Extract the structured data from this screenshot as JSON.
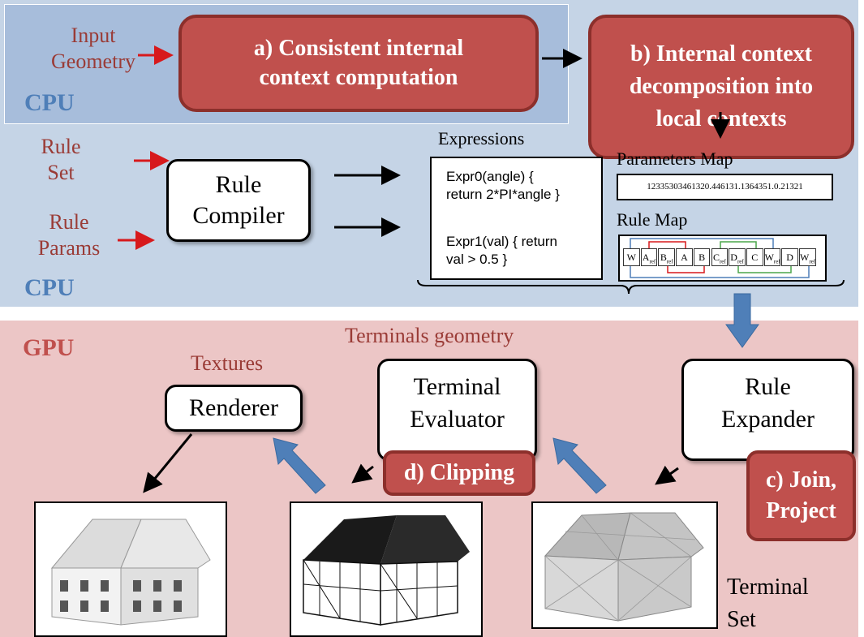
{
  "cpu_section": {
    "cpu_label_top": "CPU",
    "cpu_label_bottom": "CPU",
    "input_geometry": "Input\nGeometry",
    "rule_set": "Rule\nSet",
    "rule_params": "Rule\nParams",
    "step_a": "a) Consistent internal\ncontext computation",
    "step_b": "b) Internal context\ndecomposition into\nlocal contexts",
    "rule_compiler": "Rule\nCompiler",
    "expressions_title": "Expressions",
    "expr0": "Expr0(angle) {\nreturn 2*PI*angle }",
    "expr1": "Expr1(val) { return\nval > 0.5 }",
    "parameters_map_title": "Parameters Map",
    "parameters_map_value": "12335303461320.446131.1364351.0.21321",
    "rule_map_title": "Rule Map",
    "rule_map_cells": [
      "W",
      "A",
      "B",
      "A",
      "B",
      "C",
      "D",
      "C",
      "W",
      "D",
      "W"
    ],
    "rule_map_subs": [
      "",
      "ref",
      "ref",
      "",
      "",
      "ref",
      "ref",
      "",
      "ref",
      "",
      "ref"
    ]
  },
  "gpu_section": {
    "gpu_label": "GPU",
    "terminals_geometry": "Terminals geometry",
    "textures": "Textures",
    "renderer": "Renderer",
    "terminal_evaluator": "Terminal\nEvaluator",
    "rule_expander": "Rule\nExpander",
    "step_c": "c) Join,\nProject",
    "step_d": "d) Clipping",
    "terminal_set": "Terminal\nSet"
  },
  "colors": {
    "cpu_band": "#c5d4e6",
    "gpu_band": "#ecc6c6",
    "step_box": "#c0504d",
    "blue_arrow": "#4f7fb8",
    "red_arrow": "#d7191c"
  }
}
